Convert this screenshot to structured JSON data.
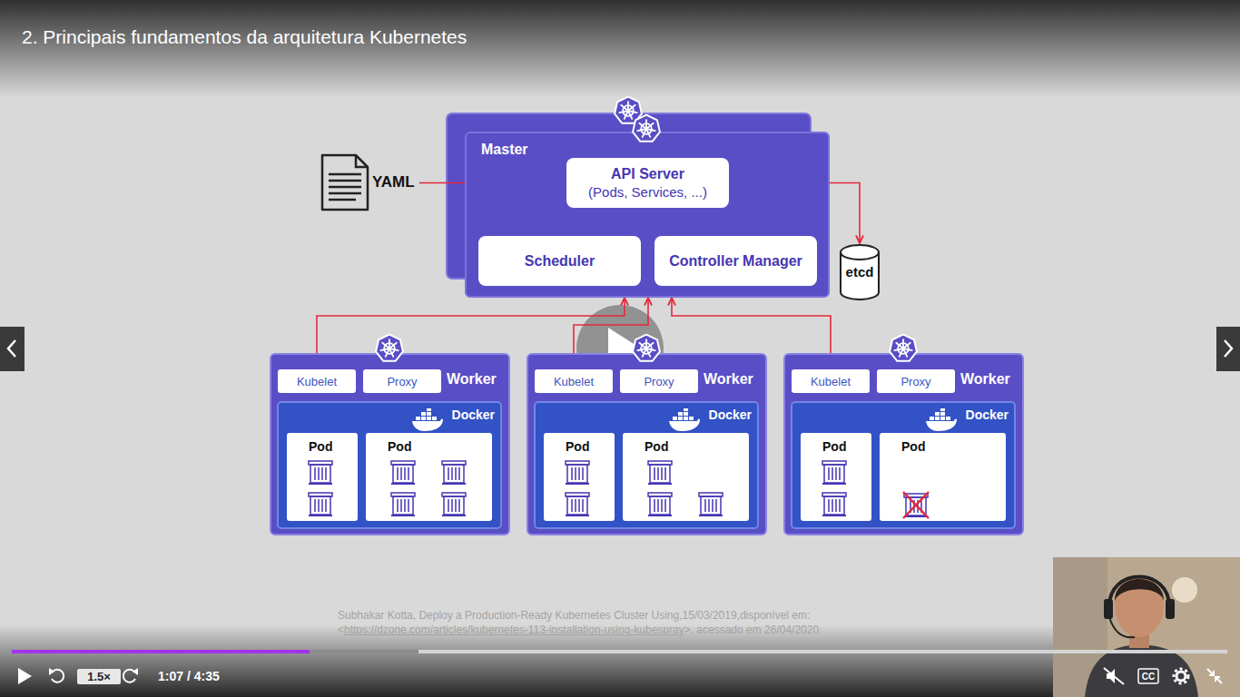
{
  "diagram": {
    "title": "2. Principais fundamentos da arquitetura Kubernetes",
    "nodes": [
      {
        "text": [
          "YAML"
        ]
      },
      {
        "text": [
          "Master"
        ]
      },
      {
        "text": [
          "API Server",
          "(Pods, Services, ...)"
        ],
        "in": 1
      },
      {
        "text": [
          "Scheduler"
        ],
        "in": 1
      },
      {
        "text": [
          "Controller Manager"
        ],
        "in": 1
      },
      {
        "text": [
          "etcd"
        ]
      },
      {
        "text": [
          "Worker"
        ]
      },
      {
        "text": [
          "Kubelet"
        ],
        "in": 6
      },
      {
        "text": [
          "Proxy"
        ],
        "in": 6
      },
      {
        "text": [
          "Docker"
        ],
        "in": 6
      },
      {
        "text": [
          "Pod"
        ],
        "in": 9
      },
      {
        "text": [
          "Pod"
        ],
        "in": 9
      },
      {
        "text": [
          "Worker"
        ]
      },
      {
        "text": [
          "Kubelet"
        ],
        "in": 12
      },
      {
        "text": [
          "Proxy"
        ],
        "in": 12
      },
      {
        "text": [
          "Docker"
        ],
        "in": 12
      },
      {
        "text": [
          "Pod"
        ],
        "in": 15
      },
      {
        "text": [
          "Pod"
        ],
        "in": 15
      },
      {
        "text": [
          "Worker"
        ]
      },
      {
        "text": [
          "Kubelet"
        ],
        "in": 18
      },
      {
        "text": [
          "Proxy"
        ],
        "in": 18
      },
      {
        "text": [
          "Docker"
        ],
        "in": 18
      },
      {
        "text": [
          "Pod"
        ],
        "in": 21
      },
      {
        "text": [
          "Pod"
        ],
        "in": 21
      }
    ],
    "edges": [
      {
        "from": 0,
        "to": 2,
        "arrow": "to"
      },
      {
        "from": 2,
        "to": 5,
        "arrow": "to"
      },
      {
        "from": 3,
        "to": 2,
        "arrow": "to"
      },
      {
        "from": 4,
        "to": 2,
        "arrow": "to"
      },
      {
        "from": 1,
        "to": 7,
        "arrow": "both"
      },
      {
        "from": 1,
        "to": 13,
        "arrow": "both"
      },
      {
        "from": 1,
        "to": 19,
        "arrow": "both"
      }
    ],
    "labels": [
      "Subhakar Kotta, Deploy a Production-Ready Kubernetes Cluster Using,15/03/2019,disponível em:",
      "<",
      "https://dzone.com/articles/kubernetes-113-installation-using-kubespray",
      ">, acessado em 26/04/2020.",
      "1.5×",
      "1:07 / 4:35",
      "CC"
    ]
  }
}
